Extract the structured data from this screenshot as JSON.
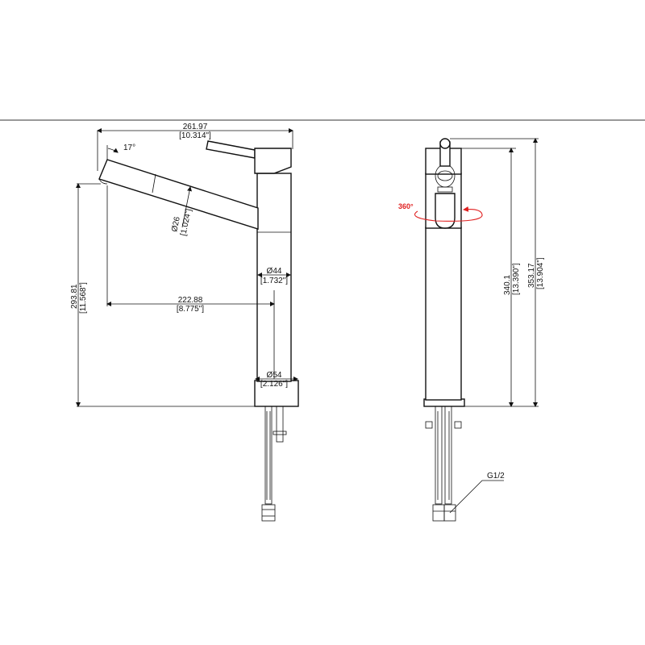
{
  "dimensions": {
    "overall_width": {
      "mm": "261.97",
      "inch": "[10.314\"]"
    },
    "spout_angle": "17°",
    "spout_diameter": {
      "mm": "Ø26",
      "inch": "[1.024\"]"
    },
    "body_diameter": {
      "mm": "Ø44",
      "inch": "[1.732\"]"
    },
    "reach": {
      "mm": "222.88",
      "inch": "[8.775\"]"
    },
    "spout_height": {
      "mm": "293.81",
      "inch": "[11.568\"]"
    },
    "base_diameter": {
      "mm": "Ø54",
      "inch": "[2.126\"]"
    },
    "rotation": "360°",
    "body_height": {
      "mm": "340.1",
      "inch": "[13.390\"]"
    },
    "overall_height": {
      "mm": "353.17",
      "inch": "[13.904\"]"
    },
    "connection": "G1/2"
  },
  "colors": {
    "line": "#111111",
    "rotation_mark": "#e02020"
  }
}
